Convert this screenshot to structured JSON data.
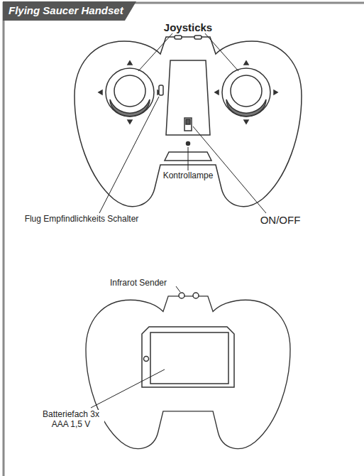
{
  "diagram": {
    "title": "Flying Saucer Handset",
    "labels": [
      "Joysticks",
      "Flug Empfindlichkeits Schalter",
      "Kontrollampe",
      "ON/OFF",
      "Infrarot Sender",
      "Batteriefach 3x AAA 1,5 V"
    ]
  }
}
